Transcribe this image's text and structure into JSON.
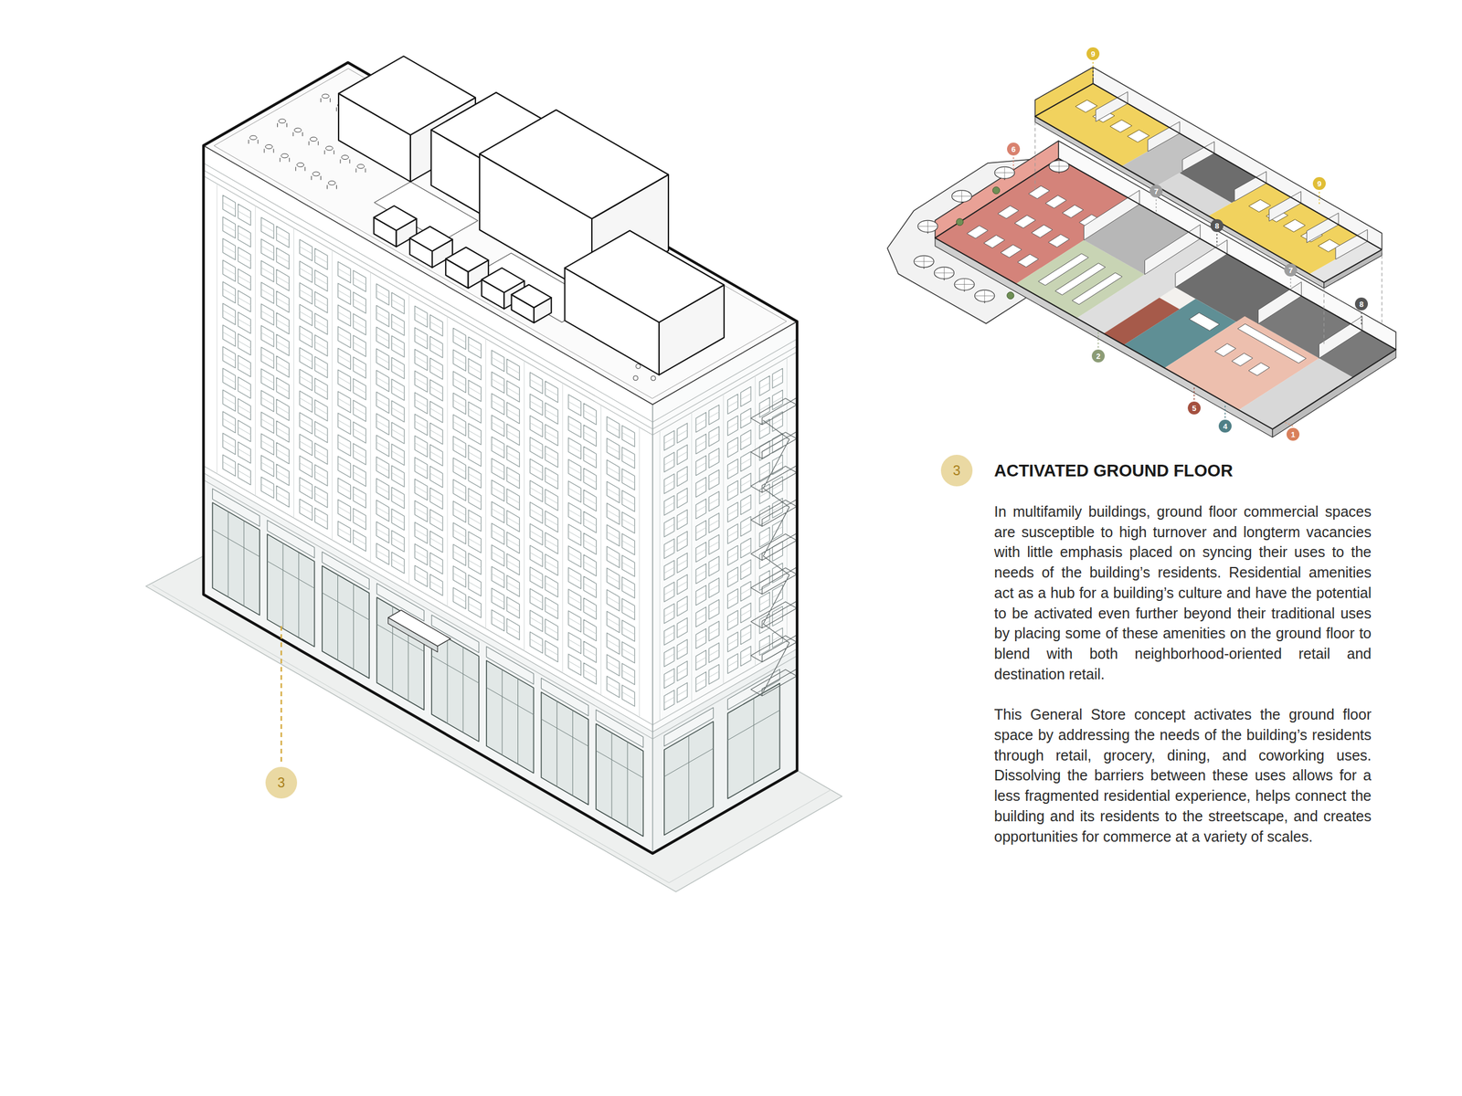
{
  "diagram": {
    "title": "ACTIVATED GROUND FLOOR",
    "nodes": [
      {
        "text": [
          "9"
        ]
      },
      {
        "text": [
          "6"
        ]
      },
      {
        "text": [
          "9"
        ]
      },
      {
        "text": [
          "7"
        ]
      },
      {
        "text": [
          "8"
        ]
      },
      {
        "text": [
          "7"
        ]
      },
      {
        "text": [
          "8"
        ]
      },
      {
        "text": [
          "2"
        ]
      },
      {
        "text": [
          "5"
        ]
      },
      {
        "text": [
          "4"
        ]
      },
      {
        "text": [
          "1"
        ]
      },
      {
        "text": [
          "3"
        ]
      },
      {
        "text": [
          "3"
        ]
      }
    ],
    "labels": [
      "In multifamily buildings, ground floor commercial spaces are susceptible to high turnover and longterm vacancies with little emphasis placed on syncing their uses to the needs of the building’s residents. Residential amenities act as a hub for a building’s culture and have the potential to be activated even further beyond their traditional uses by placing some of these amenities on the ground floor to blend with both neighborhood-oriented retail and destination retail.",
      "This General Store concept activates the ground floor space by addressing the needs of the building’s residents through retail, grocery, dining, and coworking uses. Dissolving the barriers between these uses allows for a less fragmented residential experience, helps connect the building and its residents to the streetscape, and creates opportunities for commerce at a variety of scales."
    ]
  }
}
